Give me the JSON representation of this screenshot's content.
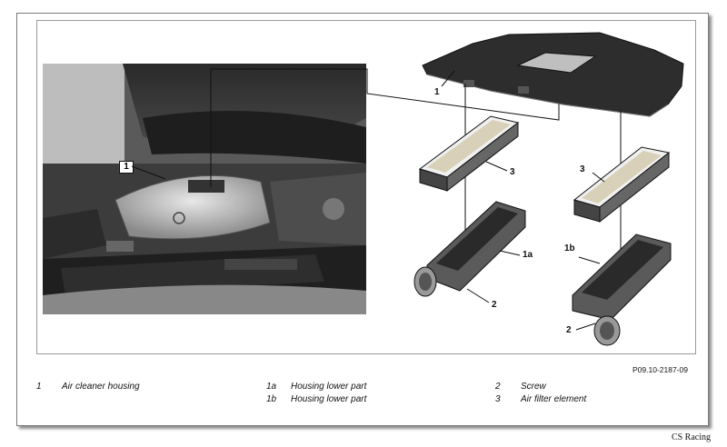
{
  "figure": {
    "reference": "P09.10-2187-09",
    "callouts": {
      "photo": "1",
      "cover": "1",
      "filter_left": "3",
      "filter_right": "3",
      "lower_left": "1a",
      "lower_right": "1b",
      "screw_left": "2",
      "screw_right": "2"
    }
  },
  "legend": [
    {
      "num": "1",
      "text": "Air cleaner housing"
    },
    {
      "num": "1a",
      "text": "Housing lower part"
    },
    {
      "num": "1b",
      "text": "Housing lower part"
    },
    {
      "num": "2",
      "text": "Screw"
    },
    {
      "num": "3",
      "text": "Air filter element"
    }
  ],
  "credit": "CS Racing"
}
